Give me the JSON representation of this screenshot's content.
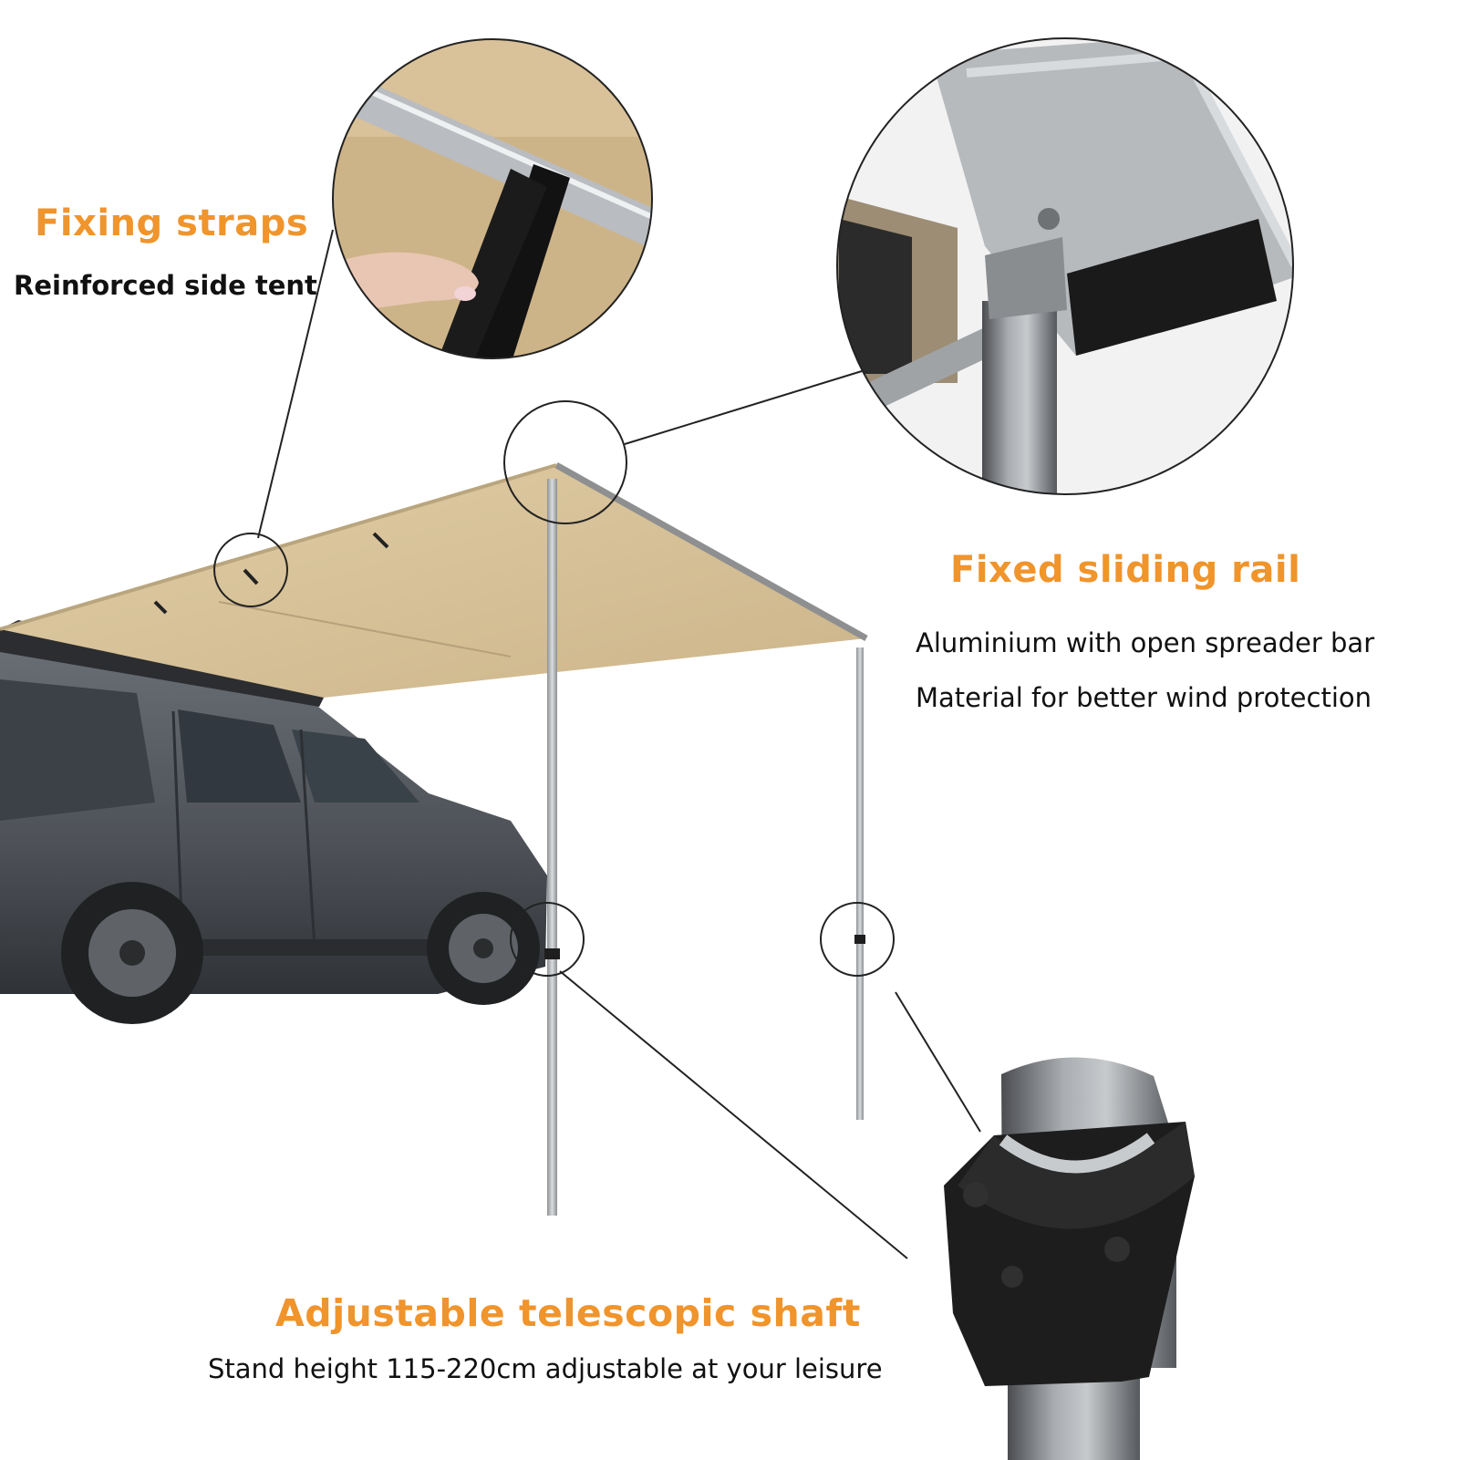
{
  "colors": {
    "accent": "#f0942c",
    "text": "#111111",
    "canvas": "#d8c39a",
    "pole": "#a8abae",
    "car_body": "#55595f",
    "callout_line": "#222222"
  },
  "callouts": {
    "fixing_straps": {
      "title": "Fixing straps",
      "description": "Reinforced side tent"
    },
    "fixed_sliding_rail": {
      "title": "Fixed sliding rail",
      "lines": [
        "Aluminium with open spreader bar",
        "Material for better wind protection"
      ]
    },
    "telescopic_shaft": {
      "title": "Adjustable telescopic shaft",
      "description": "Stand height 115-220cm adjustable at your leisure"
    }
  },
  "images": {
    "main": "car-awning-photo",
    "detail_straps": "strap-closeup-photo",
    "detail_rail": "rail-bracket-closeup-photo",
    "detail_shaft": "pole-lock-closeup-photo"
  }
}
